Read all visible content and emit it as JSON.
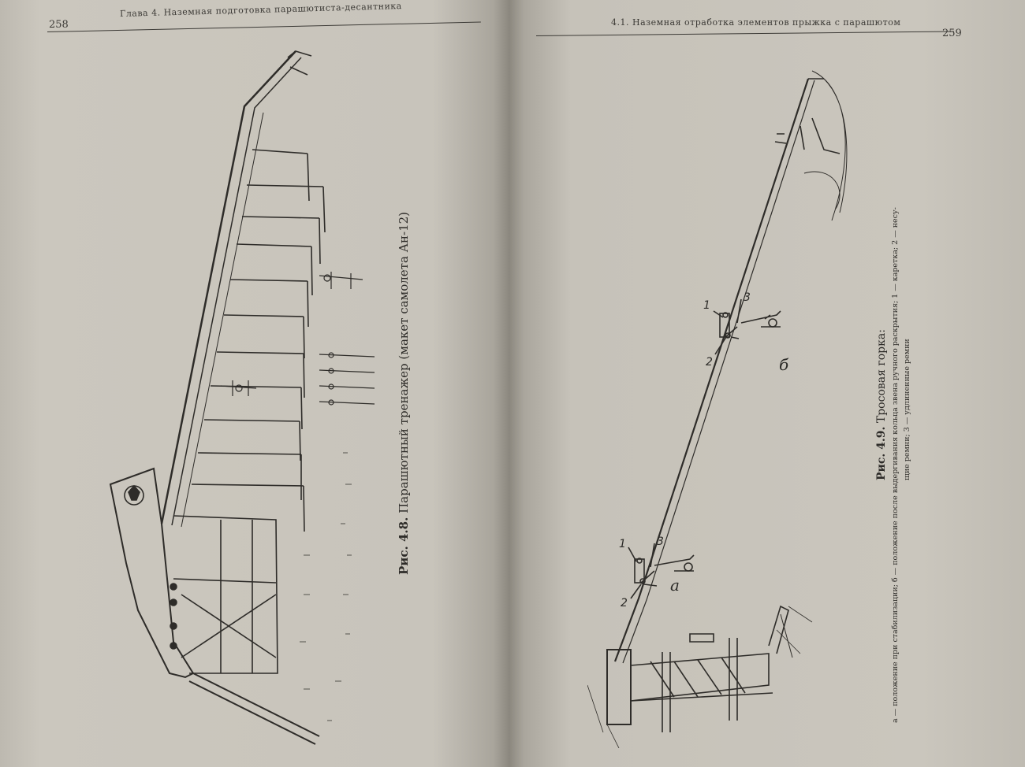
{
  "left_page": {
    "page_number": "258",
    "running_head": "Глава 4. Наземная подготовка парашютиста-десантника",
    "figure_caption": {
      "label": "Рис. 4.8.",
      "text": "Парашютный тренажер (макет самолета Ан-12)"
    }
  },
  "right_page": {
    "page_number": "259",
    "running_head": "4.1. Наземная отработка элементов прыжка с парашютом",
    "figure_caption": {
      "label": "Рис. 4.9.",
      "title": "Тросовая горка:",
      "line1": "а — положение при стабилизации; б — положение после выдергивания кольца звена ручного раскрытия; 1 — каретка; 2 — несу-",
      "line2": "щие ремни; 3 — удлиненные ремни"
    },
    "callouts": {
      "n1": "1",
      "n2": "2",
      "n3": "3",
      "sub_a": "а",
      "sub_b": "б"
    }
  },
  "colors": {
    "paper": "#c9c5bc",
    "ink": "#2b2a27"
  }
}
